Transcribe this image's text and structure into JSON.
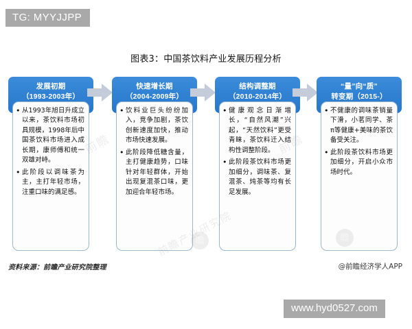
{
  "tag_chip": {
    "label": "TG: MYYJJPP"
  },
  "chart_title": "图表3：中国茶饮料产业发展历程分析",
  "footer": {
    "source": "资料来源：前瞻产业研究院整理",
    "credit": "@前瞻经济学人APP",
    "url_chip": "www.hyd0527.com"
  },
  "watermarks": {
    "text_a": "前瞻",
    "text_b": "前瞻",
    "text_c": "前瞻产业研究院",
    "seal_1": "瞻",
    "seal_2": "瞻"
  },
  "colors": {
    "header_blue": "#2d7fd3",
    "body_border": "#9bb7cf",
    "arrow_fill": "#c3ccd8",
    "chip_gray": "#a9a9a9"
  },
  "chart_data": {
    "type": "table",
    "title": "图表3：中国茶饮料产业发展历程分析",
    "categories": [
      "发展初期（1993-2003年）",
      "快速增长期（2004-2009年）",
      "结构调整期（2010-2014年）",
      "“量”向“质”转变期（2015-）"
    ],
    "stages": [
      {
        "title_line1": "发展初期",
        "title_line2": "（1993-2003年）",
        "period_start": 1993,
        "period_end": 2003,
        "bullets": [
          "从1993年旭日升成立以来，茶饮料市场初具规模，1998年后中国茶饮料市场进入成长期，康师傅和统一双雄对峙。",
          "此阶段以调味茶为主，主打年轻市场，注重口味的满足感。"
        ]
      },
      {
        "title_line1": "快速增长期",
        "title_line2": "（2004-2009年）",
        "period_start": 2004,
        "period_end": 2009,
        "bullets": [
          "饮料业巨头纷纷加入，竞争加剧，茶饮创新速度加快，推动市场快速发展。",
          "此阶段降低糖含量，主打健康趋势，口味针对年轻群体，开始出现复混茶口味，更加迎合年轻市场。"
        ]
      },
      {
        "title_line1": "结构调整期",
        "title_line2": "（2010-2014年）",
        "period_start": 2010,
        "period_end": 2014,
        "bullets": [
          "健康观念日渐增长，“自然风潮”兴起，“天然饮料”更受青睐，茶饮料迁入结构性调整阶段。",
          "此阶段茶饮料市场更加细分，调味茶、复混茶、炖茶等均有长足发展。"
        ]
      },
      {
        "title_line1": "“量”向“质”",
        "title_line2": "转变期（2015-）",
        "period_start": 2015,
        "period_end": null,
        "bullets": [
          "不健康的调味茶销量下滑，小茗同学、茶π等健康+美味的茶饮备受关注。",
          "此阶段茶饮料市场更加细分，开启小众市场时代。"
        ]
      }
    ],
    "connectors": [
      "arrow-right",
      "arrow-right",
      "arrow-right"
    ],
    "xlabel": "",
    "ylabel": "",
    "legend": []
  }
}
